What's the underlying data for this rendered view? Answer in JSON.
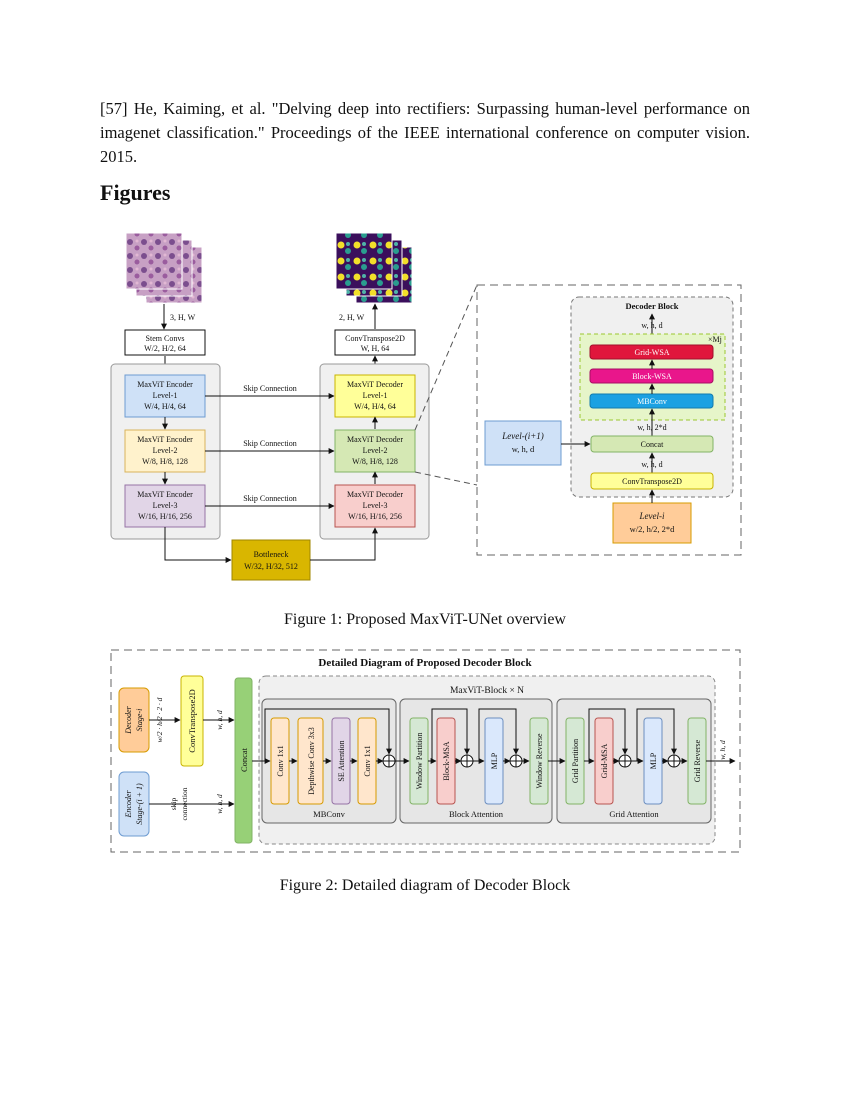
{
  "reference": {
    "text": "[57] He, Kaiming, et al. \"Delving deep into rectifiers: Surpassing human-level performance on imagenet classification.\" Proceedings of the IEEE international conference on computer vision. 2015."
  },
  "section_heading": "Figures",
  "figure1": {
    "caption": "Figure 1: Proposed MaxViT-UNet overview",
    "input_dims": "3, H, W",
    "output_dims": "2, H, W",
    "stem": {
      "line1": "Stem Convs",
      "line2": "W/2, H/2, 64"
    },
    "convt_top": {
      "line1": "ConvTranspose2D",
      "line2": "W, H, 64"
    },
    "encoders": [
      {
        "l1": "MaxViT Encoder",
        "l2": "Level-1",
        "l3": "W/4, H/4, 64"
      },
      {
        "l1": "MaxViT Encoder",
        "l2": "Level-2",
        "l3": "W/8, H/8, 128"
      },
      {
        "l1": "MaxViT Encoder",
        "l2": "Level-3",
        "l3": "W/16, H/16, 256"
      }
    ],
    "decoders": [
      {
        "l1": "MaxViT Decoder",
        "l2": "Level-1",
        "l3": "W/4, H/4, 64"
      },
      {
        "l1": "MaxViT Decoder",
        "l2": "Level-2",
        "l3": "W/8, H/8, 128"
      },
      {
        "l1": "MaxViT Decoder",
        "l2": "Level-3",
        "l3": "W/16, H/16, 256"
      }
    ],
    "skip_label": "Skip Connection",
    "bottleneck": {
      "line1": "Bottleneck",
      "line2": "W/32, H/32, 512"
    },
    "decoder_block": {
      "title": "Decoder Block",
      "out_dims": "w, h, d",
      "repeat": "×Mj",
      "grid_wsa": "Grid-WSA",
      "block_wsa": "Block-WSA",
      "mbconv": "MBConv",
      "mid_dims": "w, h, 2*d",
      "concat": "Concat",
      "convt_dims": "w, h, d",
      "convt": "ConvTranspose2D",
      "skip_input": {
        "line1": "Level-(i+1)",
        "line2": "w, h, d"
      },
      "level_input": {
        "line1": "Level-i",
        "line2": "w/2, h/2, 2*d"
      }
    }
  },
  "figure2": {
    "caption": "Figure 2: Detailed diagram of Decoder Block",
    "title": "Detailed Diagram of Proposed Decoder Block",
    "maxvit_block": "MaxViT-Block × N",
    "decoder_stage": {
      "line1": "Decoder",
      "line2": "Stage-i"
    },
    "encoder_stage": {
      "line1": "Encoder",
      "line2": "Stage-(i + 1)"
    },
    "in_dims_top": "w/2 · h/2 · 2 · d",
    "skip_label": {
      "line1": "skip",
      "line2": "connection"
    },
    "skip_dims": "w, h, d",
    "convt": "ConvTranspose2D",
    "convt_dims": "w, h, d",
    "concat": "Concat",
    "out_dims": "w, h, d",
    "mbconv": {
      "label": "MBConv",
      "items": [
        "Conv 1x1",
        "Depthwise Conv 3x3",
        "SE Attention",
        "Conv 1x1"
      ]
    },
    "block_attention": {
      "label": "Block Attention",
      "items": [
        "Window Partition",
        "Block-MSA",
        "MLP",
        "Window Reverse"
      ]
    },
    "grid_attention": {
      "label": "Grid Attention",
      "items": [
        "Grid Partition",
        "Grid-MSA",
        "MLP",
        "Grid Reverse"
      ]
    }
  }
}
